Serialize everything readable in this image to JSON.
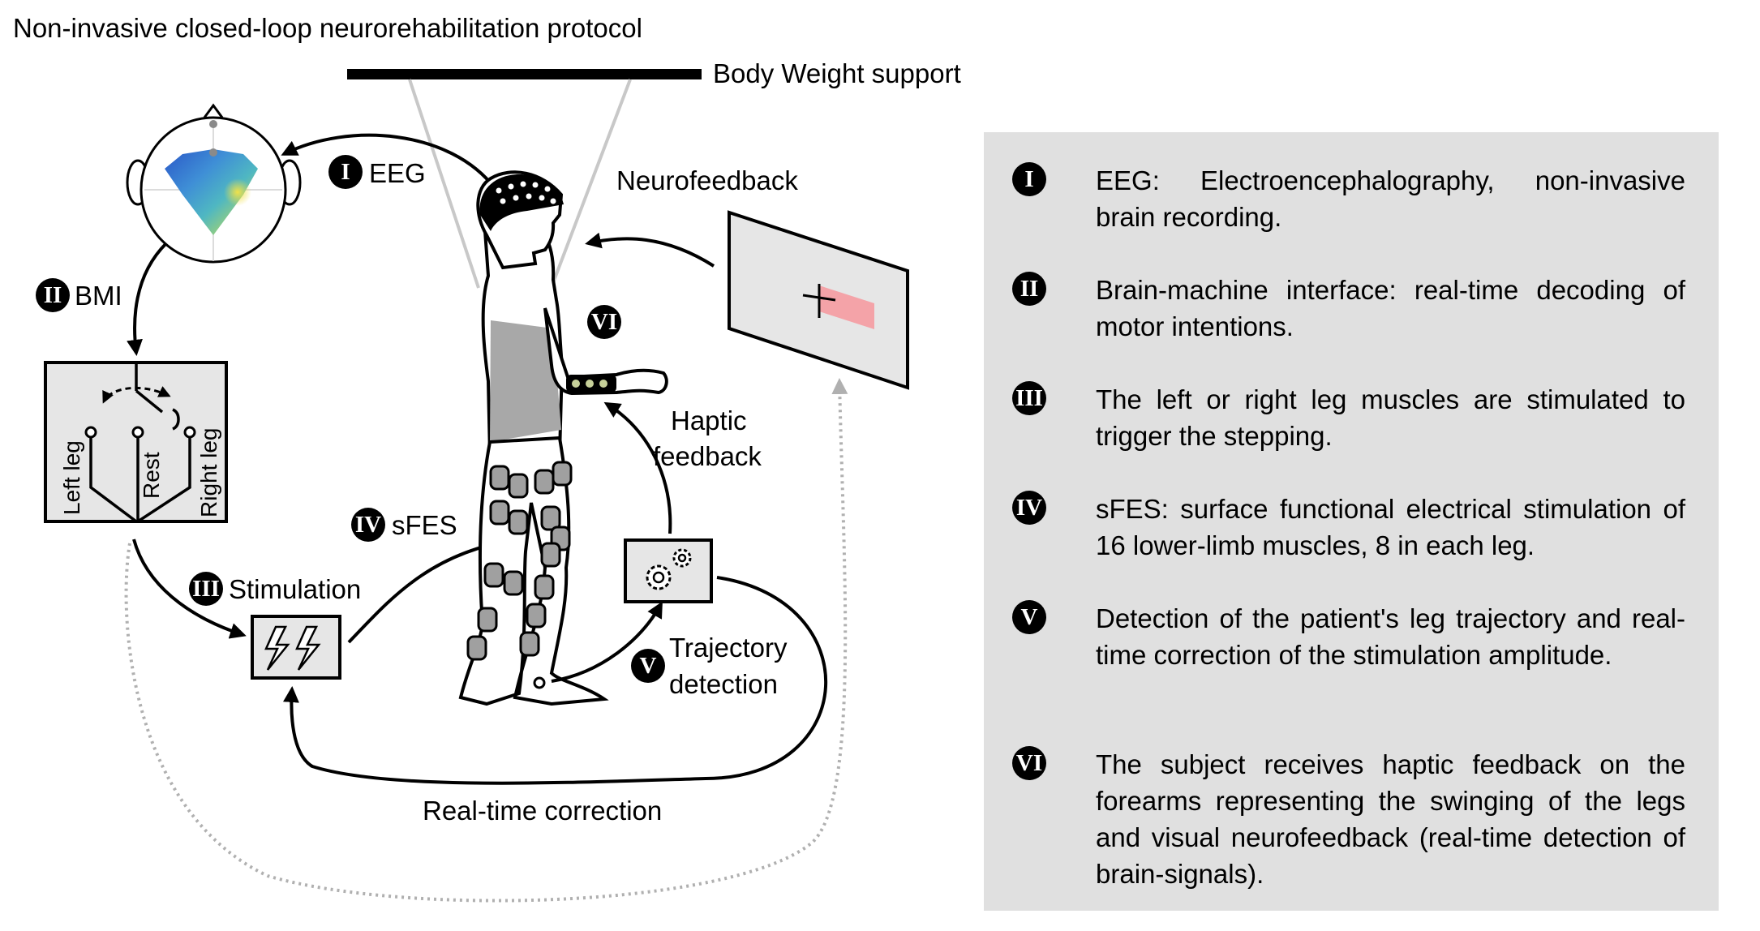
{
  "title": "Non-invasive closed-loop neurorehabilitation protocol",
  "labels": {
    "body_weight_support": "Body Weight support",
    "eeg": "EEG",
    "bmi": "BMI",
    "neurofeedback": "Neurofeedback",
    "haptic_feedback_line1": "Haptic",
    "haptic_feedback_line2": "feedback",
    "sfes": "sFES",
    "stimulation": "Stimulation",
    "trajectory_line1": "Trajectory",
    "trajectory_line2": "detection",
    "realtime_correction": "Real-time correction"
  },
  "bmi_options": {
    "left": "Left leg",
    "rest": "Rest",
    "right": "Right leg"
  },
  "numerals": {
    "one": "I",
    "two": "II",
    "three": "III",
    "four": "IV",
    "five": "V",
    "six": "VI"
  },
  "legend": [
    {
      "numeral": "I",
      "text": "EEG: Electroencephalography, non-invasive brain recording."
    },
    {
      "numeral": "II",
      "text": "Brain-machine interface: real-time decoding of motor intentions."
    },
    {
      "numeral": "III",
      "text": "The left or right leg muscles are stimulated to trigger the stepping."
    },
    {
      "numeral": "IV",
      "text": "sFES: surface functional electrical stimulation of 16 lower-limb muscles, 8 in each leg."
    },
    {
      "numeral": "V",
      "text": "Detection of the patient's leg trajectory and real-time correction of the stimulation amplitude."
    },
    {
      "numeral": "VI",
      "text": "The subject receives haptic feedback on the forearms representing the swinging of the legs and visual neurofeedback (real-time detection of brain-signals)."
    }
  ],
  "colors": {
    "legend_background": "#e0e0e0",
    "panel_fill": "#e6e6e6",
    "feedback_bar": "#f4a3a8",
    "dotted_arrow": "#b0b0b0"
  }
}
